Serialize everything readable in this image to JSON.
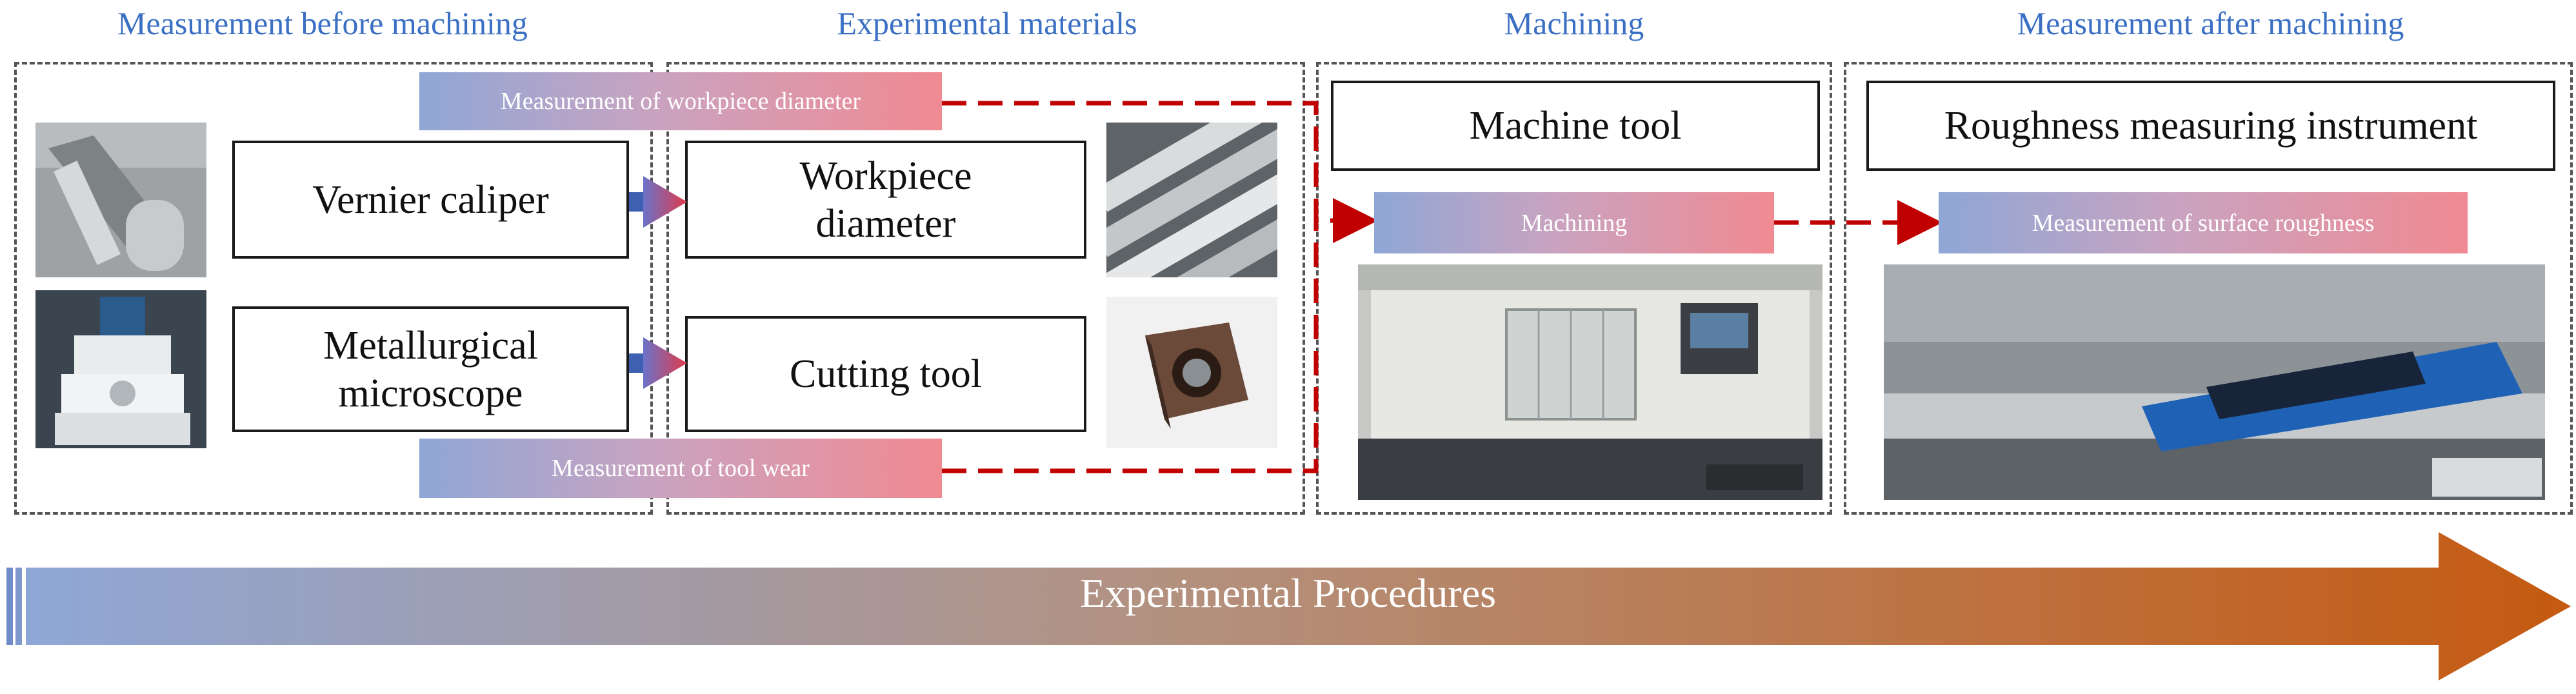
{
  "stages": {
    "before": "Measurement before machining",
    "materials": "Experimental materials",
    "machining": "Machining",
    "after": "Measurement after machining"
  },
  "boxes": {
    "vernier": "Vernier caliper",
    "microscope": "Metallurgical microscope",
    "workpiece": "Workpiece diameter",
    "cutting_tool": "Cutting tool",
    "machine_tool": "Machine tool",
    "roughness_instrument": "Roughness measuring instrument"
  },
  "gradient_labels": {
    "workpiece_diameter": "Measurement of workpiece diameter",
    "tool_wear": "Measurement of tool wear",
    "machining": "Machining",
    "surface_roughness": "Measurement of surface roughness"
  },
  "procedure": "Experimental Procedures",
  "colors": {
    "stage_title": "#3a6fc4",
    "dashed_arrow": "#c00000",
    "arrow_start": "#8fa7d6",
    "arrow_end": "#c55a11"
  }
}
